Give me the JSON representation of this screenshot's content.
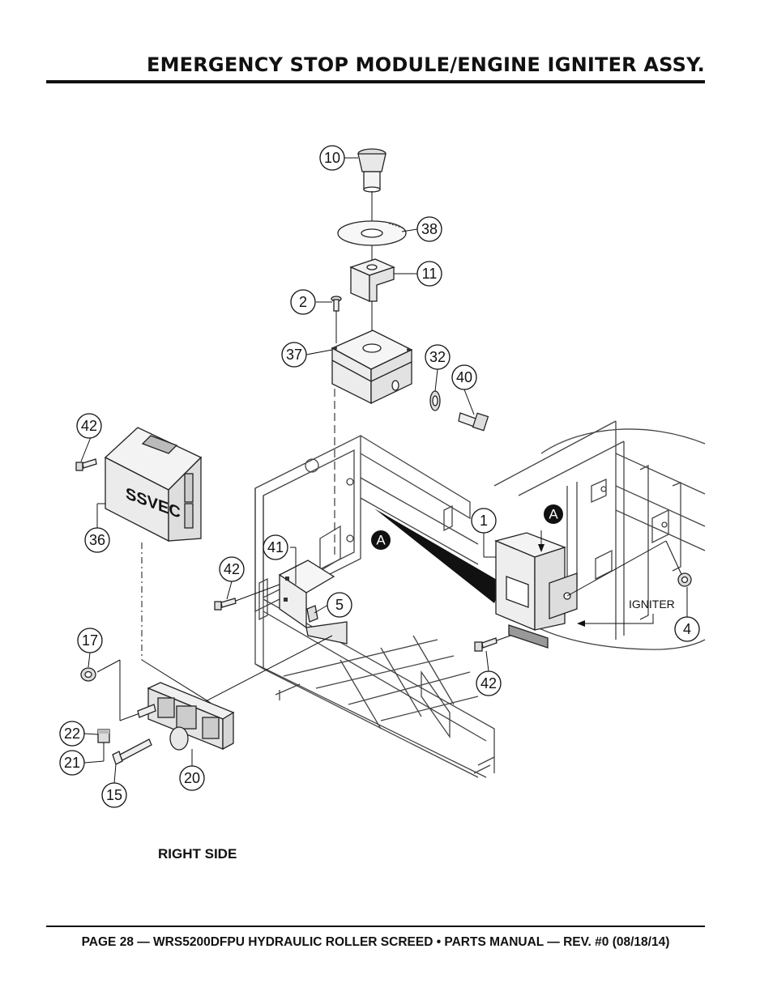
{
  "page_title": "EMERGENCY STOP MODULE/ENGINE IGNITER ASSY.",
  "caption": "RIGHT SIDE",
  "footer": "PAGE 28 — WRS5200DFPU HYDRAULIC ROLLER SCREED • PARTS MANUAL  — REV. #0 (08/18/14)",
  "labels": {
    "module_brand": "SSVEC",
    "igniter": "IGNITER",
    "detail_ref": "A"
  },
  "callouts": [
    {
      "id": "c10",
      "text": "10"
    },
    {
      "id": "c38",
      "text": "38"
    },
    {
      "id": "c11",
      "text": "11"
    },
    {
      "id": "c2",
      "text": "2"
    },
    {
      "id": "c37",
      "text": "37"
    },
    {
      "id": "c32",
      "text": "32"
    },
    {
      "id": "c40",
      "text": "40"
    },
    {
      "id": "c42a",
      "text": "42"
    },
    {
      "id": "c36",
      "text": "36"
    },
    {
      "id": "c41",
      "text": "41"
    },
    {
      "id": "c42b",
      "text": "42"
    },
    {
      "id": "c5",
      "text": "5"
    },
    {
      "id": "c17",
      "text": "17"
    },
    {
      "id": "c22",
      "text": "22"
    },
    {
      "id": "c21",
      "text": "21"
    },
    {
      "id": "c15",
      "text": "15"
    },
    {
      "id": "c20",
      "text": "20"
    },
    {
      "id": "c1",
      "text": "1"
    },
    {
      "id": "c4",
      "text": "4"
    },
    {
      "id": "c42c",
      "text": "42"
    }
  ]
}
